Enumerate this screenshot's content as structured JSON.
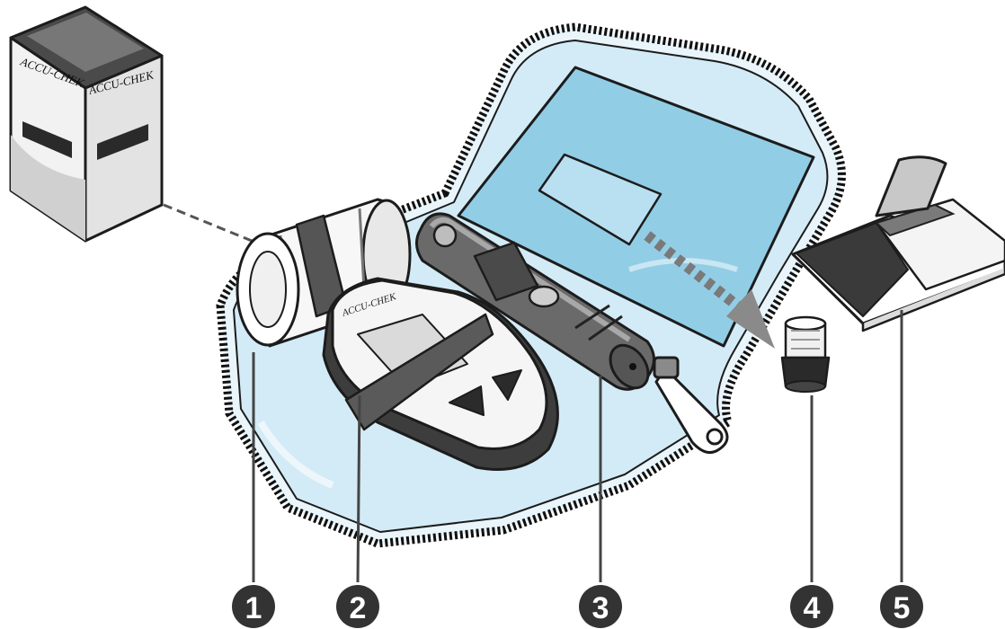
{
  "brand": {
    "box_front_logo": "ACCU-CHEK",
    "box_side_logo": "ACCU-CHEK",
    "meter_logo": "ACCU-CHEK"
  },
  "callouts": [
    {
      "label": "1"
    },
    {
      "label": "2"
    },
    {
      "label": "3"
    },
    {
      "label": "4"
    },
    {
      "label": "5"
    }
  ],
  "colors": {
    "case_liner": "#cfe9f5",
    "case_pocket": "#8fcbe6",
    "device_dark": "#4a4a4a",
    "device_mid": "#8a8a8a",
    "ink": "#1c1c1c",
    "callout_fill": "#333333"
  }
}
